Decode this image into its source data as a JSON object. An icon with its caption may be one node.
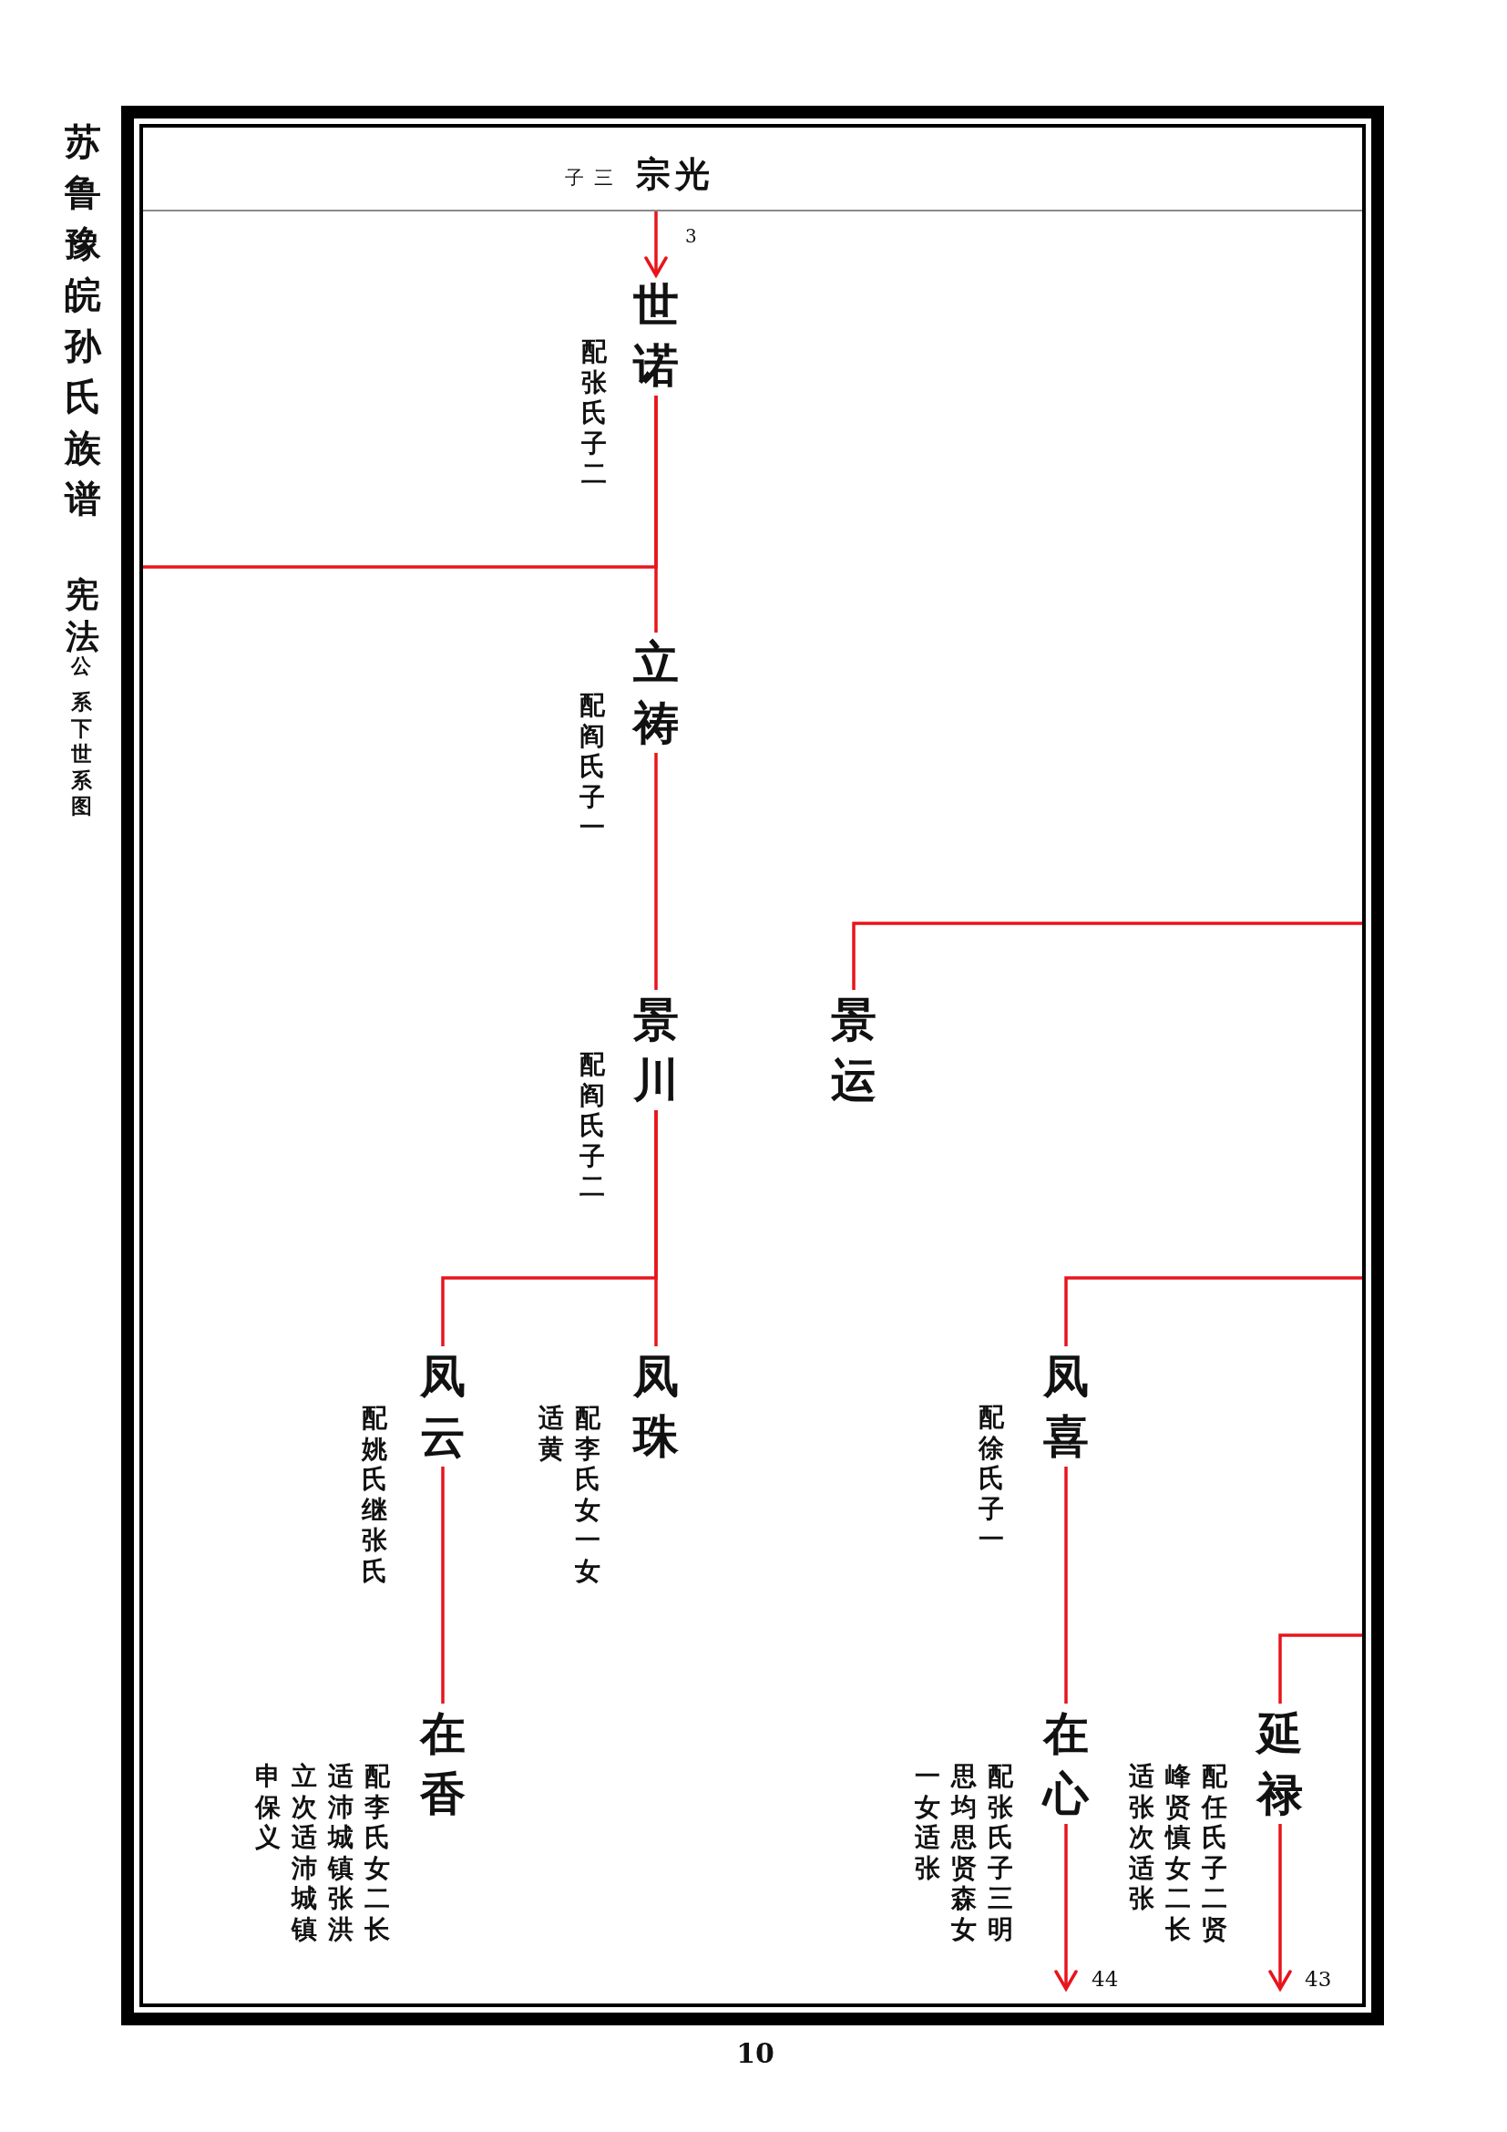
{
  "diagram": {
    "title": "苏鲁豫皖孙氏族谱",
    "nodes": [
      {
        "text": [
          "子三",
          "宗光"
        ]
      },
      {
        "text": [
          "世诺"
        ],
        "beside": [
          "配张氏子二"
        ]
      },
      {
        "text": [
          "立祷"
        ],
        "beside": [
          "配阎氏子一"
        ]
      },
      {
        "text": [
          "景川"
        ],
        "beside": [
          "配阎氏子二"
        ]
      },
      {
        "text": [
          "景运"
        ]
      },
      {
        "text": [
          "凤云"
        ],
        "beside": [
          "配姚氏继张氏"
        ]
      },
      {
        "text": [
          "凤珠"
        ],
        "beside": [
          "配李氏女一女适黄"
        ]
      },
      {
        "text": [
          "凤喜"
        ],
        "beside": [
          "配徐氏子一"
        ]
      },
      {
        "text": [
          "在香"
        ],
        "beside": [
          "配李氏女二长适沛城镇张洪立次适沛城镇申保义"
        ]
      },
      {
        "text": [
          "在心"
        ],
        "beside": [
          "配张氏子三明思均思贤森女一女适张"
        ]
      },
      {
        "text": [
          "延禄"
        ],
        "beside": [
          "配任氏子二贤峰贤慎女二长适张次适张"
        ]
      }
    ],
    "edges": [
      {
        "from": 0,
        "to": 1,
        "arrow": "to",
        "label": "3"
      },
      {
        "from": 1,
        "to": 2,
        "arrow": "none"
      },
      {
        "from": 1,
        "to": null,
        "arrow": "none"
      },
      {
        "from": 2,
        "to": 3,
        "arrow": "none"
      },
      {
        "from": null,
        "to": 4,
        "arrow": "none"
      },
      {
        "from": 3,
        "to": 5,
        "arrow": "none"
      },
      {
        "from": 3,
        "to": 6,
        "arrow": "none"
      },
      {
        "from": null,
        "to": 7,
        "arrow": "none"
      },
      {
        "from": 5,
        "to": 8,
        "arrow": "none"
      },
      {
        "from": 7,
        "to": 9,
        "arrow": "none"
      },
      {
        "from": null,
        "to": 10,
        "arrow": "none"
      },
      {
        "from": 9,
        "to": null,
        "arrow": "to",
        "label": "44"
      },
      {
        "from": 10,
        "to": null,
        "arrow": "to",
        "label": "43"
      }
    ],
    "labels": [
      "宪法",
      "公",
      "系下世系图",
      "10"
    ]
  }
}
